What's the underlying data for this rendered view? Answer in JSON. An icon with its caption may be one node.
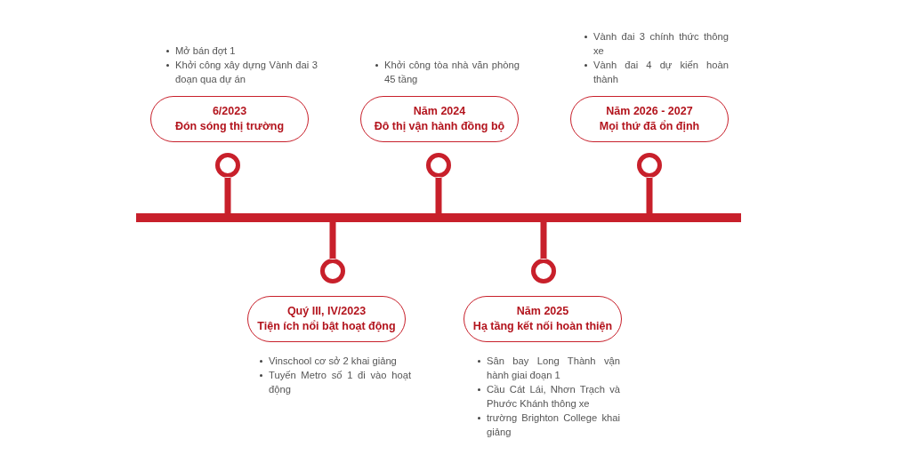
{
  "diagram": {
    "nodes": [
      {
        "text": [
          "6/2023",
          "Đón sóng thị trường"
        ],
        "beside": [
          "Mở bán đợt 1",
          "Khởi công xây dựng Vành đai 3 đoạn qua dự án"
        ]
      },
      {
        "text": [
          "Quý III, IV/2023",
          "Tiện ích nổi bật hoạt động"
        ],
        "beside": [
          "Vinschool cơ sở 2 khai giảng",
          "Tuyến Metro số 1 đi vào hoạt động"
        ]
      },
      {
        "text": [
          "Năm 2024",
          "Đô thị vận hành đồng bộ"
        ],
        "beside": [
          "Khởi công tòa nhà văn phòng 45 tầng"
        ]
      },
      {
        "text": [
          "Năm 2025",
          "Hạ tầng kết nối hoàn thiện"
        ],
        "beside": [
          "Sân bay Long Thành vận hành giai đoạn 1",
          "Cầu Cát Lái, Nhơn Trạch và Phước Khánh thông xe",
          "trường Brighton College khai giảng"
        ]
      },
      {
        "text": [
          "Năm 2026 - 2027",
          "Mọi thứ đã ổn định"
        ],
        "beside": [
          "Vành đai 3 chính thức thông xe",
          "Vành đai 4 dự kiến hoàn thành"
        ]
      }
    ]
  }
}
